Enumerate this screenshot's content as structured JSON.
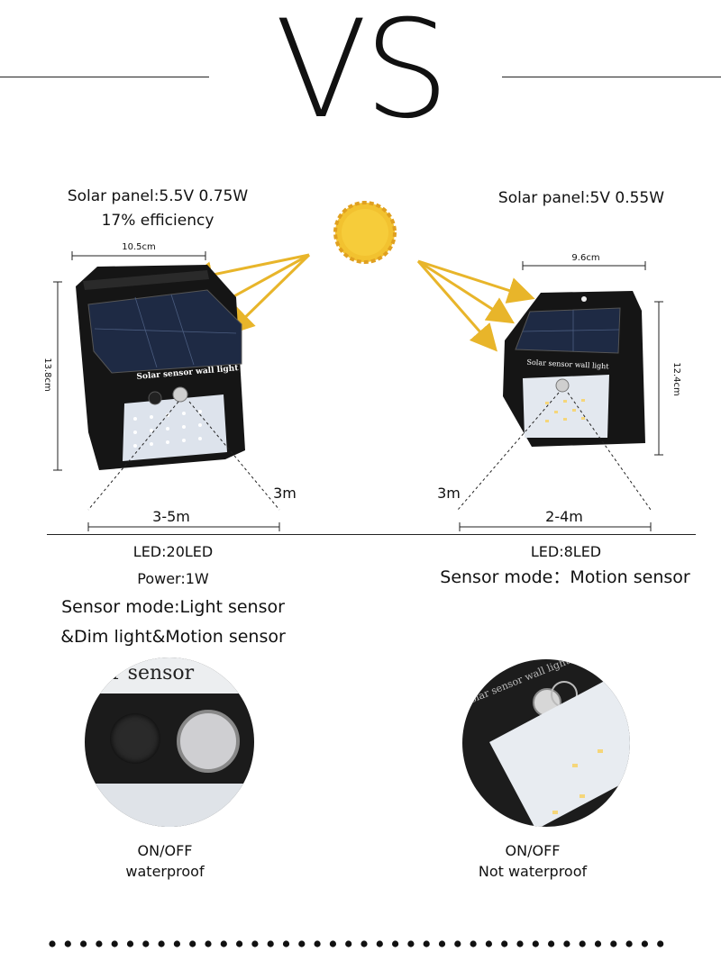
{
  "header": {
    "title": "VS"
  },
  "left_product": {
    "spec_line1": "Solar panel:5.5V 0.75W",
    "spec_line2": "17% efficiency",
    "width_dim": "10.5cm",
    "height_dim": "13.8cm",
    "panel_label": "Solar sensor wall light",
    "sensor_distance": "3m",
    "range": "3-5m",
    "led": "LED:20LED",
    "power": "Power:1W",
    "sensor_mode_line1": "Sensor mode:Light sensor",
    "sensor_mode_line2": "&Dim light&Motion sensor",
    "closeup_label": "lar sensor",
    "switch_label": "ON/OFF",
    "water_label": "waterproof"
  },
  "right_product": {
    "spec_line1": "Solar panel:5V 0.55W",
    "width_dim": "9.6cm",
    "height_dim": "12.4cm",
    "panel_label": "Solar sensor wall light",
    "sensor_distance": "3m",
    "range": "2-4m",
    "led": "LED:8LED",
    "sensor_mode": "Sensor mode：Motion sensor",
    "closeup_label": "Solar sensor wall light",
    "switch_label": "ON/OFF",
    "water_label": "Not waterproof"
  },
  "colors": {
    "sun": "#F2C230",
    "arrow": "#E8B52A",
    "device": "#1A1A1A",
    "panel": "#1E2A44"
  }
}
